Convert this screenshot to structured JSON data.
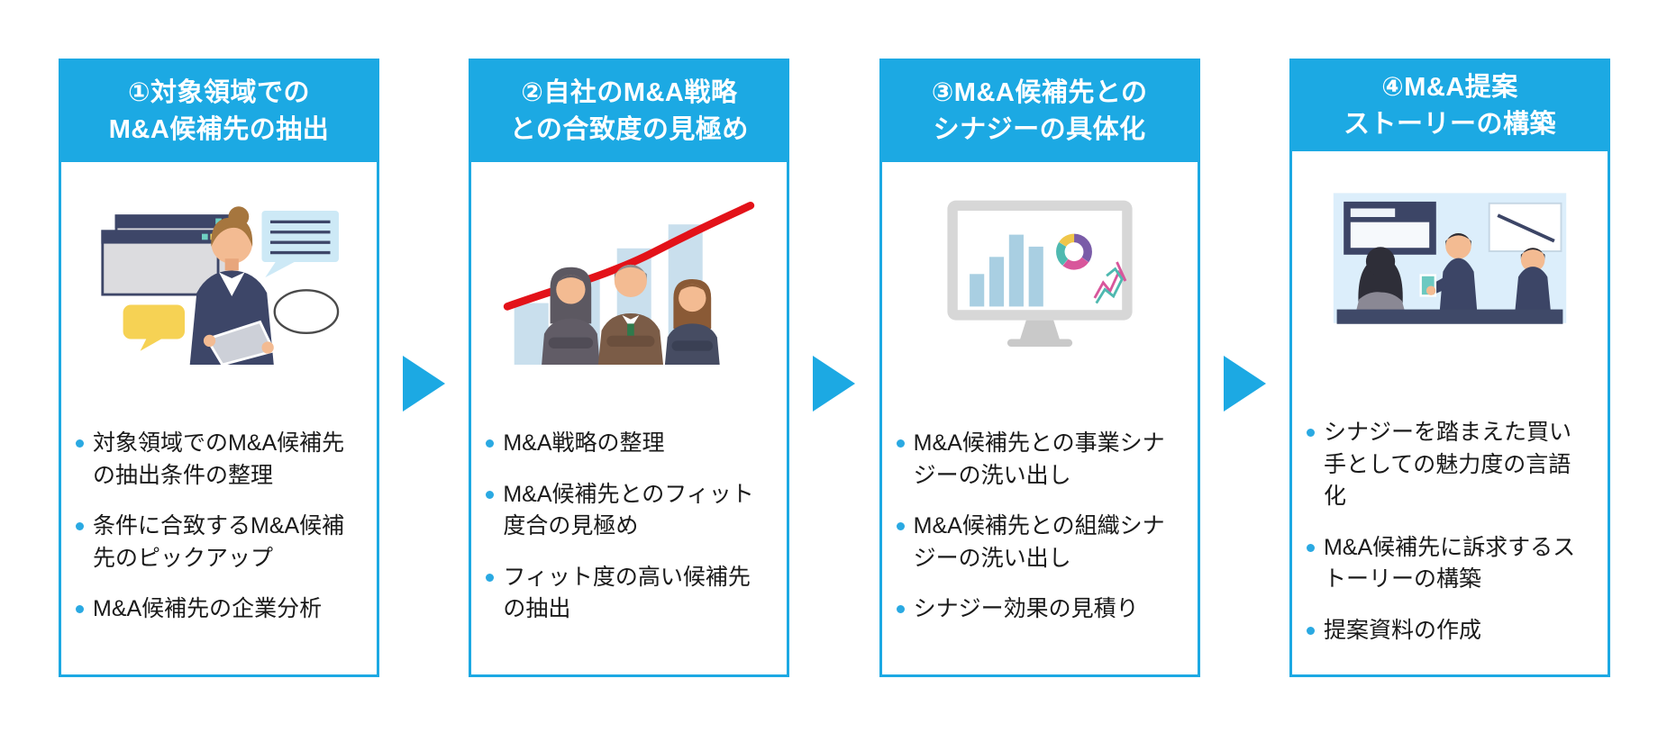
{
  "diagram": {
    "kind": "horizontal-process-flow",
    "step_count": 4,
    "language": "ja"
  },
  "colors": {
    "accent_blue": "#1ca9e3",
    "header_text": "#ffffff",
    "body_text": "#1a1a1a",
    "bullet_dot": "#2aa9e2",
    "background": "#ffffff",
    "illustration_navy": "#3d4668",
    "illustration_red_line": "#e31219"
  },
  "steps": [
    {
      "number": "①",
      "title_line1": "①対象領域での",
      "title_line2": "M&A候補先の抽出",
      "illustration": "businesswoman-with-browser-windows-and-speech-bubbles",
      "bullets": [
        "対象領域でのM&A候補先の抽出条件の整理",
        "条件に合致するM&A候補先のピックアップ",
        "M&A候補先の企業分析"
      ]
    },
    {
      "number": "②",
      "title_line1": "②自社のM&A戦略",
      "title_line2": "との合致度の見極め",
      "illustration": "three-businesspeople-with-rising-red-graph",
      "bullets": [
        "M&A戦略の整理",
        "M&A候補先とのフィット度合の見極め",
        "フィット度の高い候補先の抽出"
      ]
    },
    {
      "number": "③",
      "title_line1": "③M&A候補先との",
      "title_line2": "シナジーの具体化",
      "illustration": "monitor-with-bar-donut-and-line-charts",
      "bullets": [
        "M&A候補先との事業シナジーの洗い出し",
        "M&A候補先との組織シナジーの洗い出し",
        "シナジー効果の見積り"
      ]
    },
    {
      "number": "④",
      "title_line1": "④M&A提案",
      "title_line2": "ストーリーの構築",
      "illustration": "meeting-presentation-scene",
      "bullets": [
        "シナジーを踏まえた買い手としての魅力度の言語化",
        "M&A候補先に訴求するストーリーの構築",
        "提案資料の作成"
      ]
    }
  ]
}
